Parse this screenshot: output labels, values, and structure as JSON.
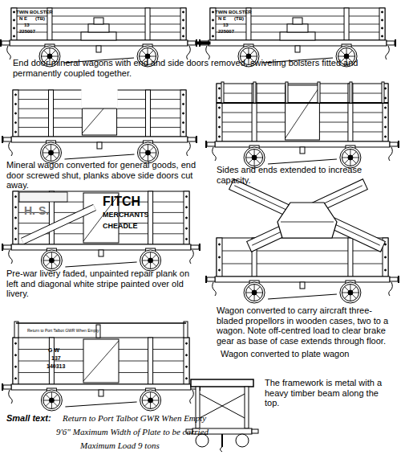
{
  "diagram": {
    "labels": [
      "TWIN BOLSTER",
      "N E",
      "(TB)",
      "13",
      "225007",
      "TWIN BOLSTER",
      "N E",
      "(TB)",
      "13",
      "225007",
      "End door mineral wagons with end and side doors removed, swiveling bolsters fitted and permanently coupled together.",
      "Mineral wagon converted for general goods, end door screwed shut, planks above side doors cut away.",
      "Sides and ends extended to increase capacity.",
      "H. S.",
      "FITCH",
      "MERCHANTS",
      "CHEADLE",
      "Pre-war livery faded, unpainted repair plank on left and diagonal white stripe painted over old livery.",
      "Wagon converted to carry aircraft three-bladed propellors in wooden cases, two to a wagon. Note off-centred load to clear brake gear as base of case extends through floor.",
      "Return to Port Talbot GWR When Empty",
      "G W",
      "137",
      "140313",
      "Wagon converted to plate wagon",
      "The framework is metal with a heavy timber beam along the top.",
      "Small text:",
      "Return to Port Talbot GWR When Empty",
      "9'6\" Maximum Width of Plate to be carried",
      "Maximum Load 9 tons"
    ]
  }
}
